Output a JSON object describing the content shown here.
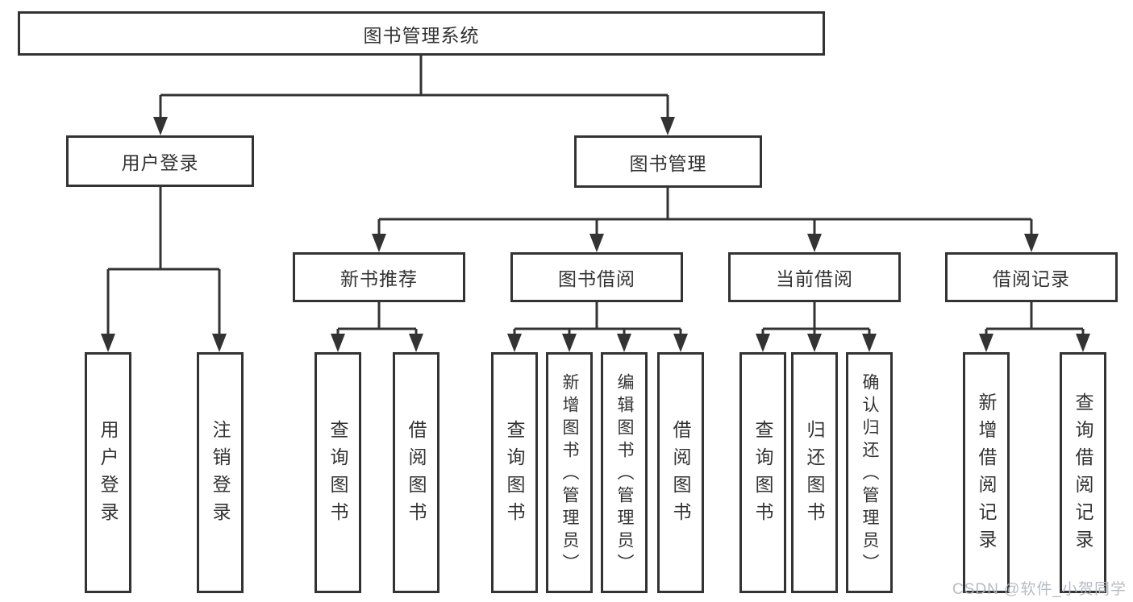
{
  "diagram_title": "图书管理系统",
  "colors": {
    "line": "#333333",
    "text": "#333333",
    "box_background": "#ffffff",
    "watermark": "#b2b8c1"
  },
  "nodes": {
    "root": "图书管理系统",
    "user_login": "用户登录",
    "book_mgmt": "图书管理",
    "new_book": "新书推荐",
    "borrow": "图书借阅",
    "current": "当前借阅",
    "record": "借阅记录",
    "ul_login": "用户登录",
    "ul_logout": "注销登录",
    "nb_query": "查询图书",
    "nb_borrow": "借阅图书",
    "bw_query": "查询图书",
    "bw_add": "新增图书（管理员）",
    "bw_edit": "编辑图书（管理员）",
    "bw_borrow": "借阅图书",
    "cb_query": "查询图书",
    "cb_return": "归还图书",
    "cb_confirm": "确认归还（管理员）",
    "rc_add": "新增借阅记录",
    "rc_query": "查询借阅记录"
  },
  "hierarchy": {
    "图书管理系统": {
      "用户登录": [
        "用户登录",
        "注销登录"
      ],
      "图书管理": {
        "新书推荐": [
          "查询图书",
          "借阅图书"
        ],
        "图书借阅": [
          "查询图书",
          "新增图书（管理员）",
          "编辑图书（管理员）",
          "借阅图书"
        ],
        "当前借阅": [
          "查询图书",
          "归还图书",
          "确认归还（管理员）"
        ],
        "借阅记录": [
          "新增借阅记录",
          "查询借阅记录"
        ]
      }
    }
  },
  "watermark": "CSDN @软件_小贺同学"
}
